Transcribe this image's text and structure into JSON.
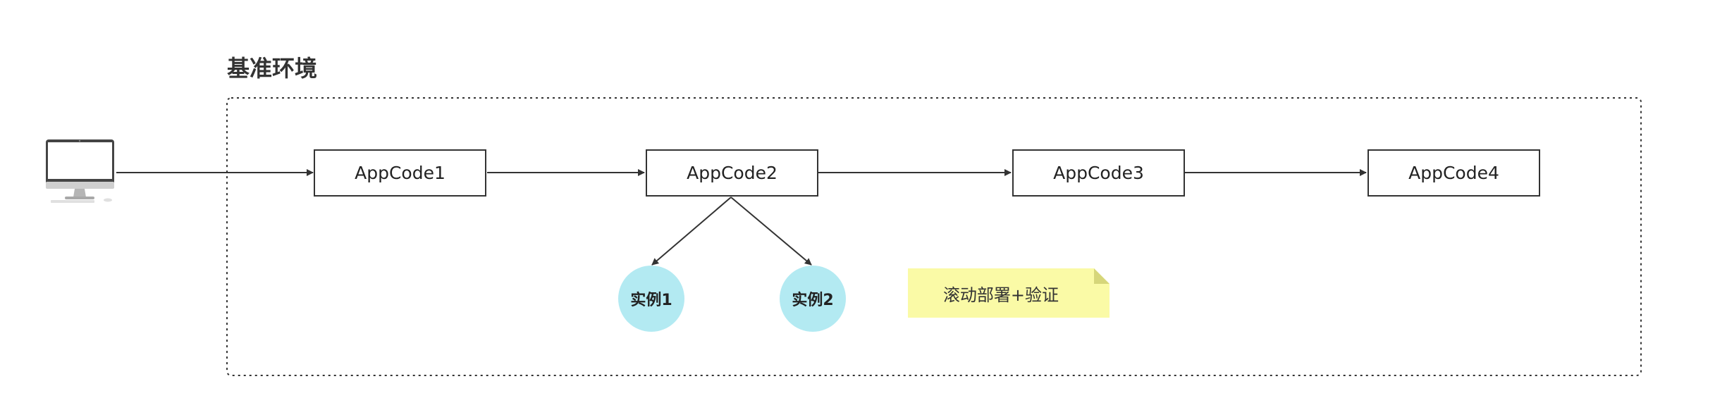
{
  "diagram": {
    "group_title": "基准环境",
    "client_icon": "desktop-computer-icon",
    "nodes": {
      "appcode1": "AppCode1",
      "appcode2": "AppCode2",
      "appcode3": "AppCode3",
      "appcode4": "AppCode4"
    },
    "instances": {
      "instance1": "实例1",
      "instance2": "实例2"
    },
    "note": "滚动部署+验证",
    "colors": {
      "instance_fill": "#b3eaf2",
      "note_fill": "#fafaa6",
      "note_fold": "#d6d67a",
      "line": "#333333"
    }
  }
}
